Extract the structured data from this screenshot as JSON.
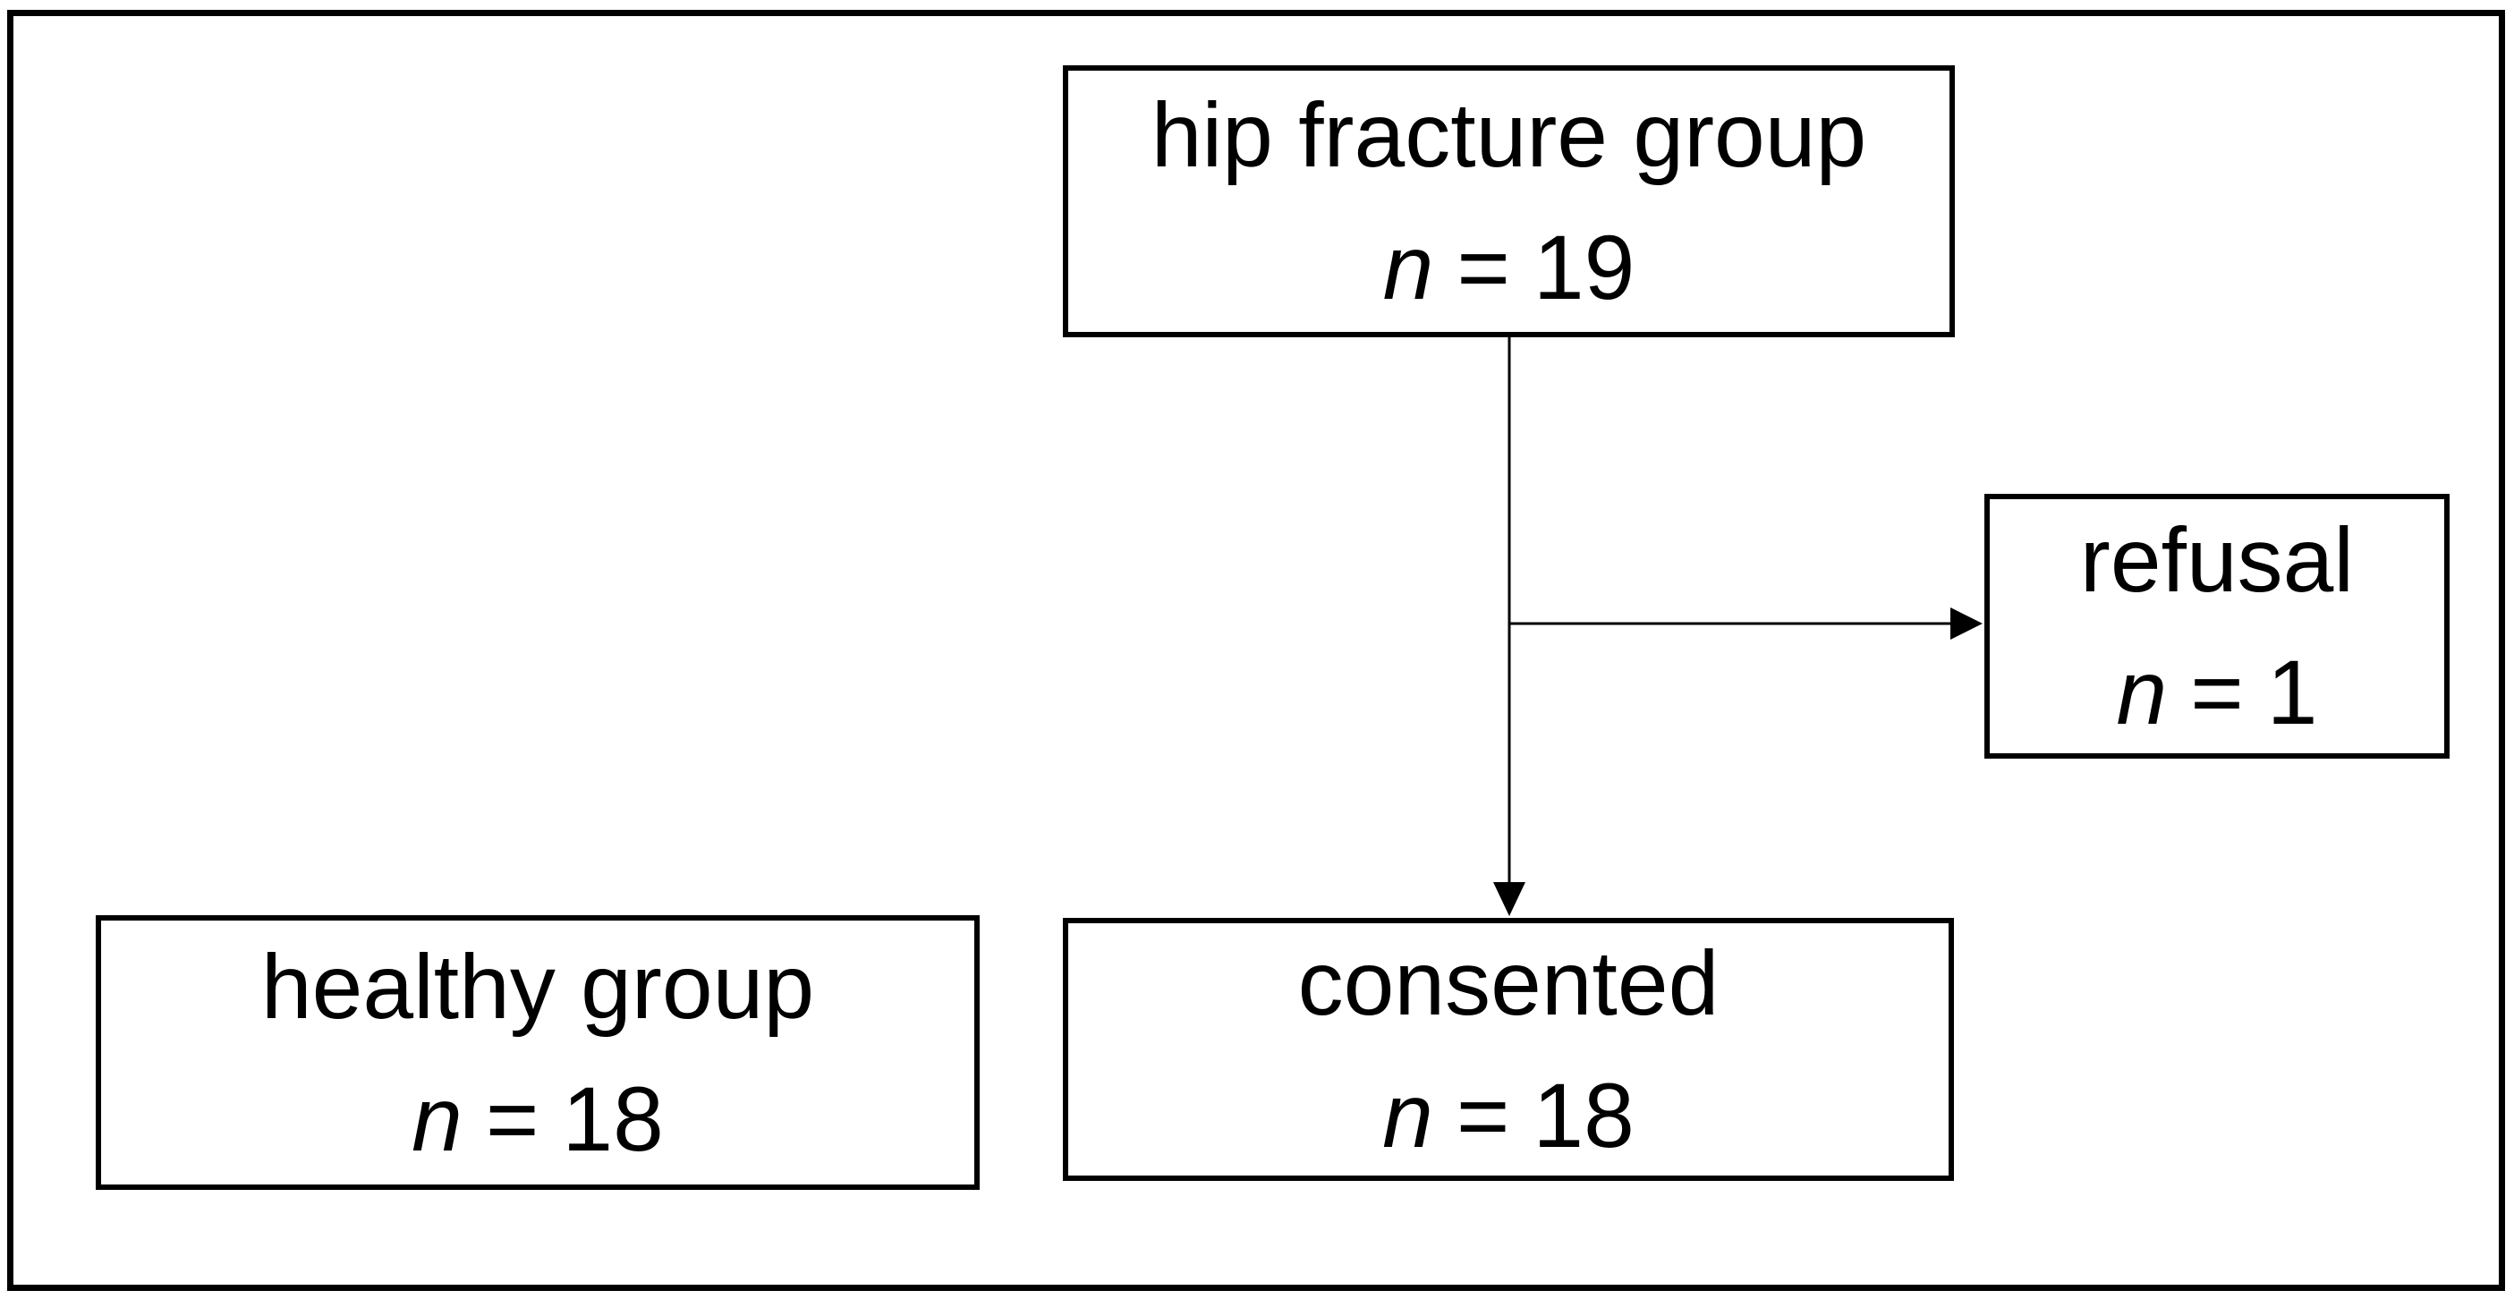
{
  "diagram": {
    "background": "#ffffff",
    "line_color": "#000000",
    "border_color": "#000000",
    "nodes": {
      "hip_fracture": {
        "label": "hip fracture group",
        "n_var": "n",
        "n_eq": "=",
        "n_val": "19"
      },
      "refusal": {
        "label": "refusal",
        "n_var": "n",
        "n_eq": "=",
        "n_val": "1"
      },
      "healthy": {
        "label": "healthy group",
        "n_var": "n",
        "n_eq": "=",
        "n_val": "18"
      },
      "consented": {
        "label": "consented",
        "n_var": "n",
        "n_eq": "=",
        "n_val": "18"
      }
    }
  }
}
